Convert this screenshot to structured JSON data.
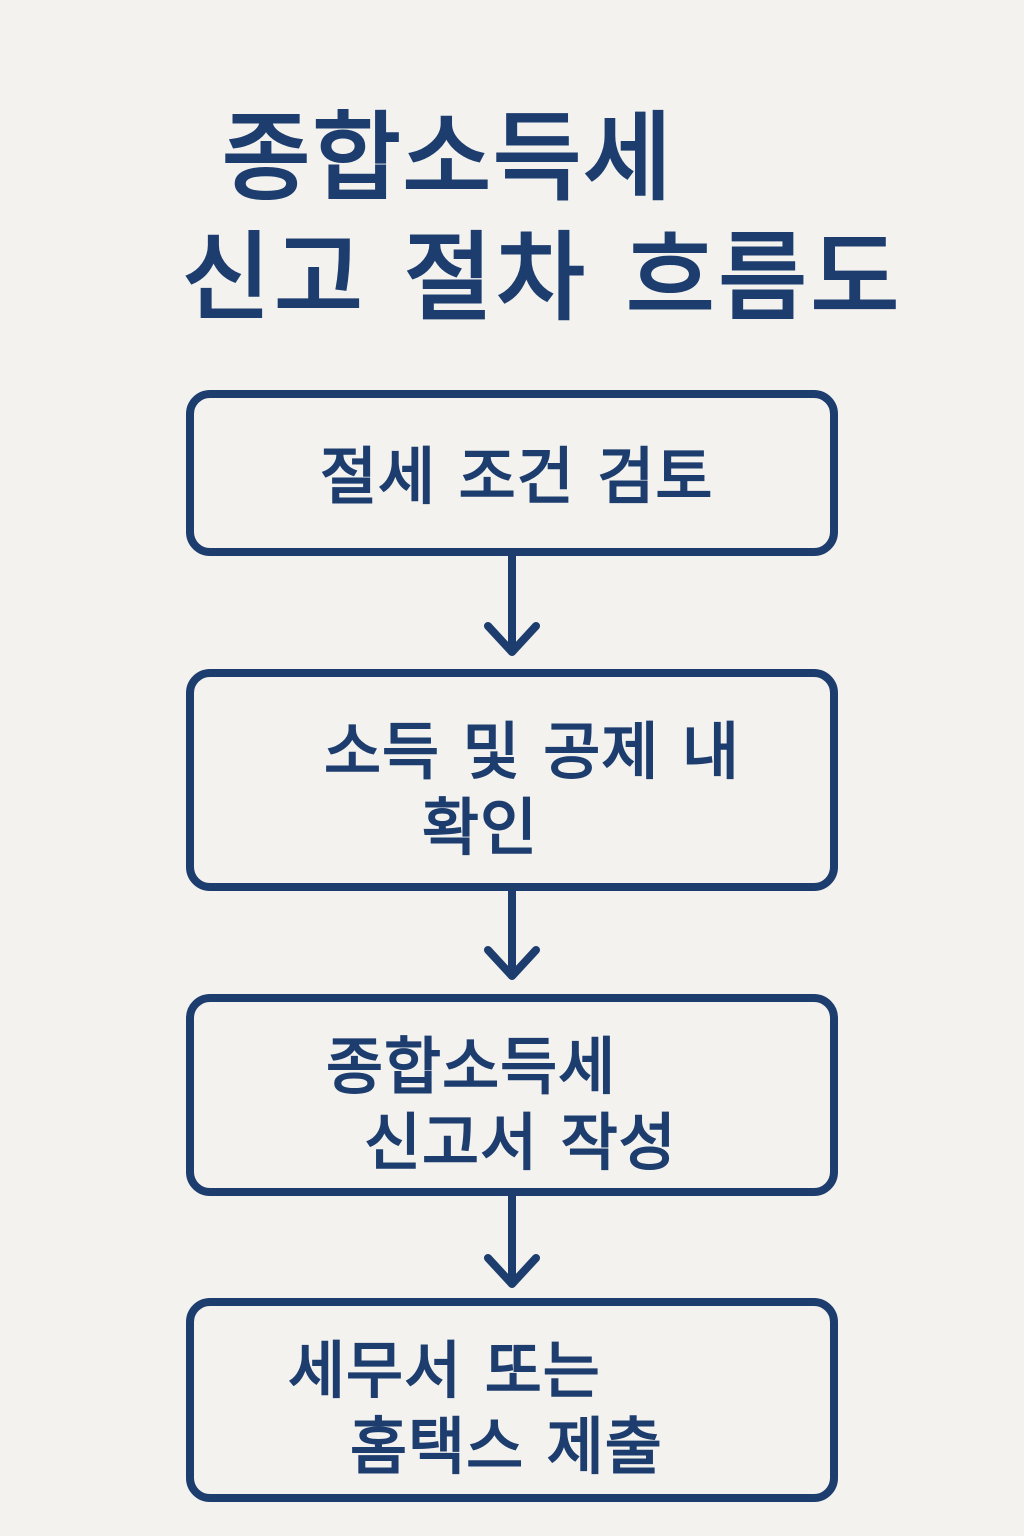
{
  "title": {
    "line1": "종합소득세",
    "line2": "신고 절차 흐름도"
  },
  "steps": [
    {
      "lines": [
        "절세 조건 검토"
      ]
    },
    {
      "lines": [
        "소득 및 공제 내",
        "확인"
      ]
    },
    {
      "lines": [
        "종합소득세",
        "신고서 작성"
      ]
    },
    {
      "lines": [
        "세무서 또는",
        "홈택스 제출"
      ]
    }
  ],
  "colors": {
    "background": "#f3f2ee",
    "primary": "#1d3d6e"
  }
}
